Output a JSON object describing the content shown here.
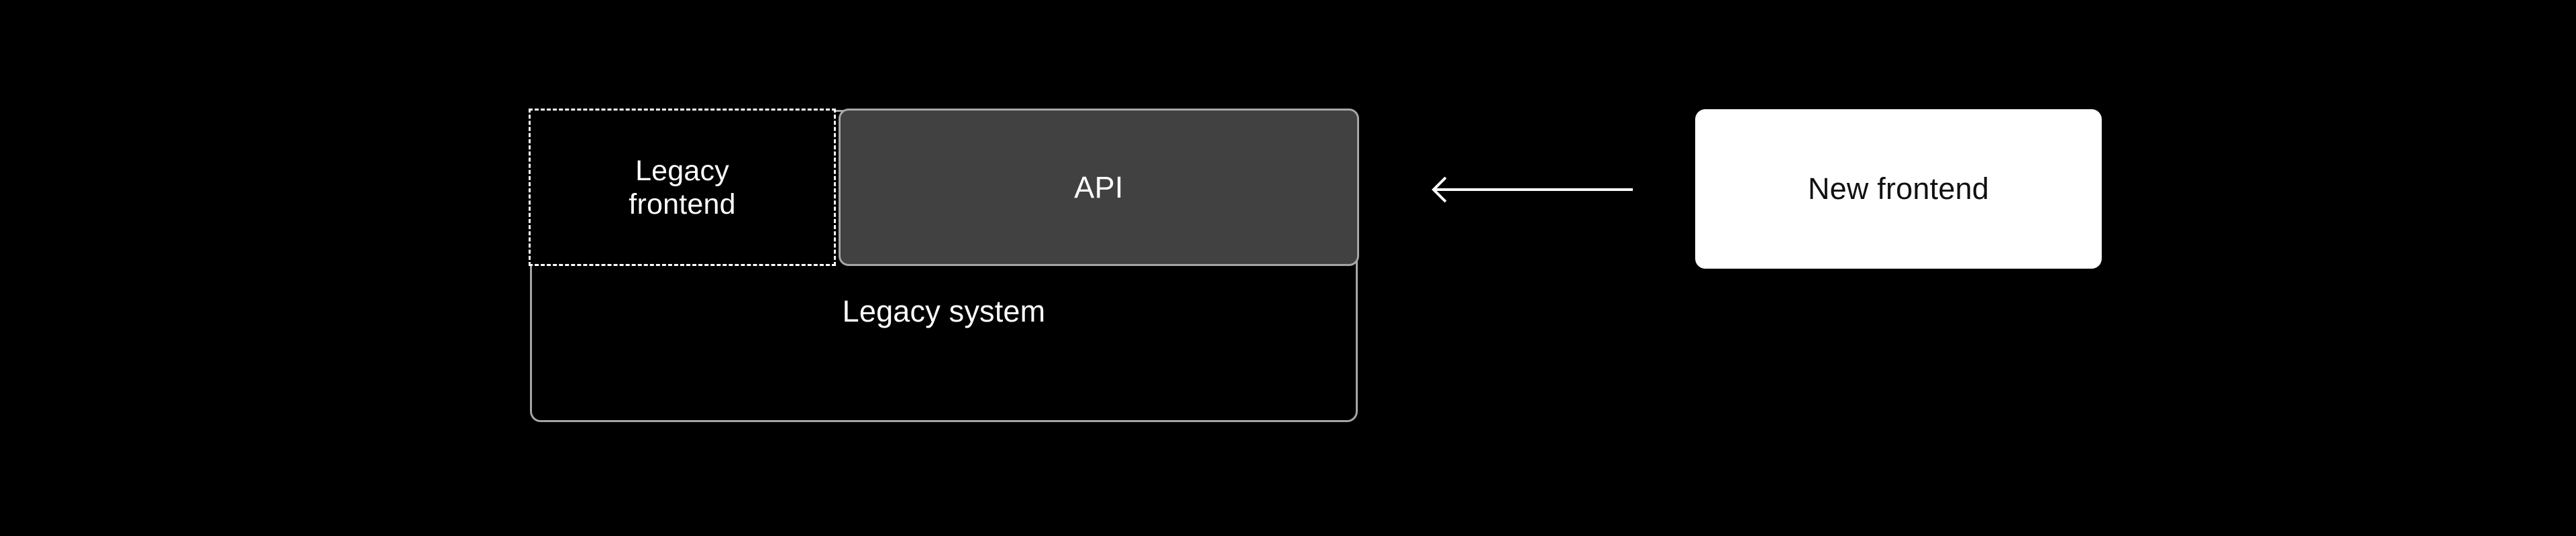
{
  "diagram": {
    "background_color": "#000000",
    "nodes": {
      "legacy_system": {
        "label": "Legacy system",
        "fill": "#000000",
        "stroke": "#a6a6a6",
        "stroke_style": "solid",
        "text_color": "#ffffff"
      },
      "legacy_frontend": {
        "label": "Legacy\nfrontend",
        "fill": "#000000",
        "stroke": "#ffffff",
        "stroke_style": "dashed",
        "text_color": "#ffffff"
      },
      "api": {
        "label": "API",
        "fill": "#414141",
        "stroke": "#a6a6a6",
        "stroke_style": "solid",
        "text_color": "#ffffff"
      },
      "new_frontend": {
        "label": "New frontend",
        "fill": "#ffffff",
        "stroke": "#ffffff",
        "stroke_style": "solid",
        "text_color": "#111111"
      }
    },
    "edges": [
      {
        "name": "new-frontend-to-api-arrow",
        "from": "new_frontend",
        "to": "api",
        "direction": "left",
        "label": "",
        "color": "#ffffff",
        "head": "open"
      }
    ]
  }
}
